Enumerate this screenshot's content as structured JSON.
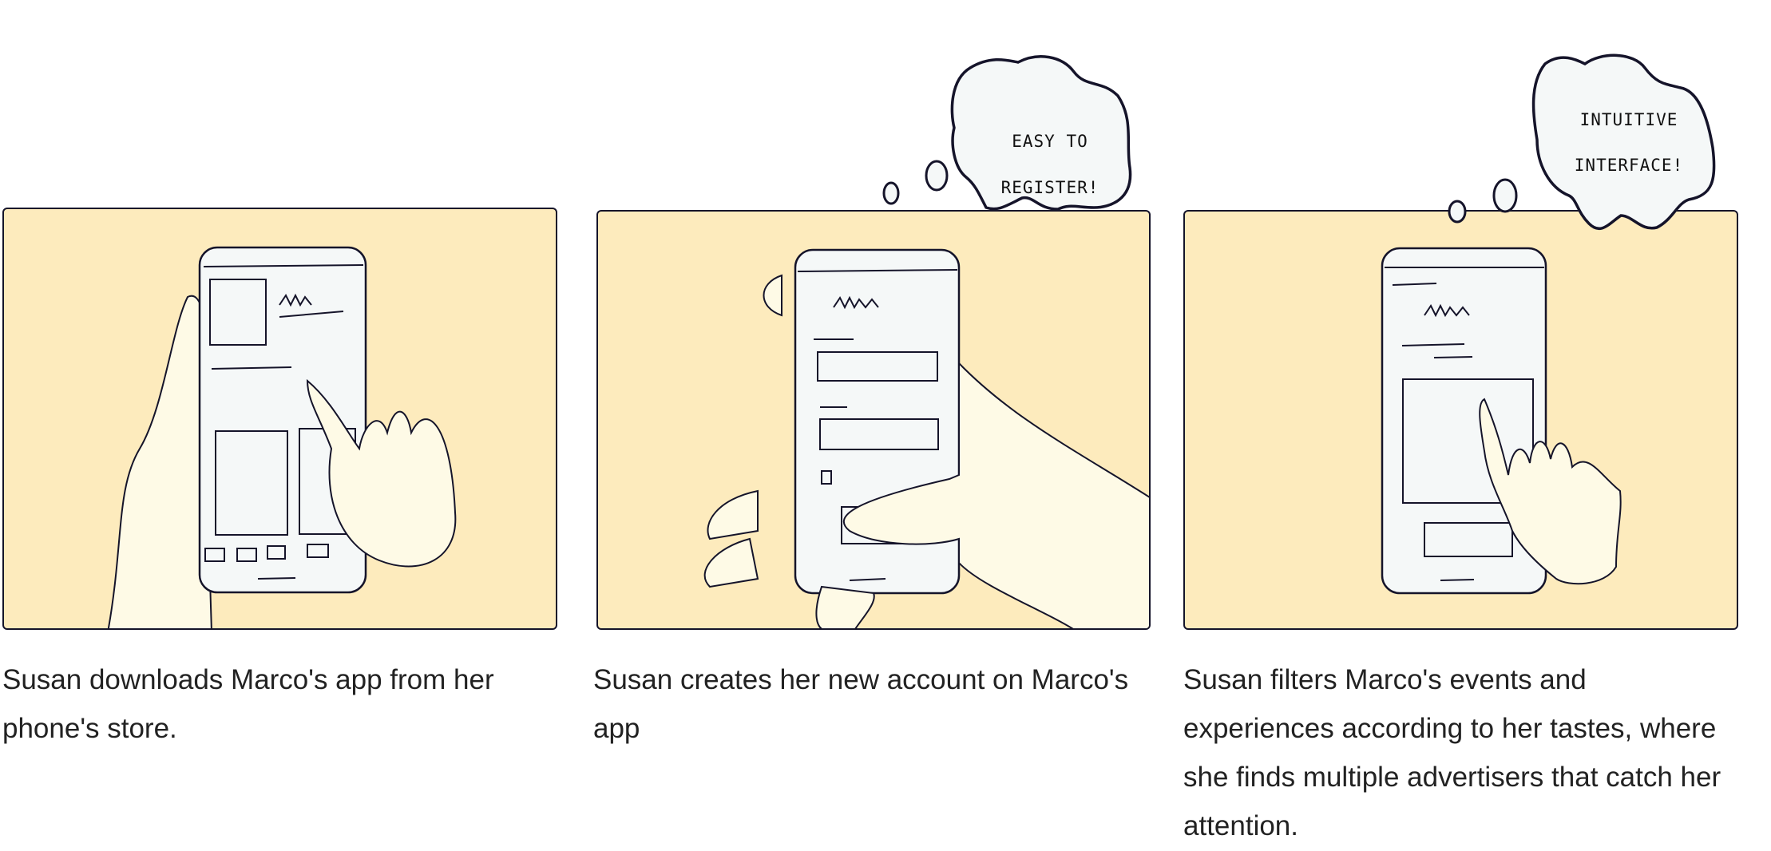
{
  "panels": [
    {
      "caption": "Susan downloads Marco's app from her phone's store."
    },
    {
      "caption": "Susan creates her new account on Marco's app",
      "thought": [
        "EASY TO",
        "REGISTER!"
      ]
    },
    {
      "caption": "Susan filters Marco's events and experiences according to her tastes, where she finds multiple advertisers that catch her attention.",
      "thought": [
        "INTUITIVE",
        "INTERFACE!"
      ]
    }
  ],
  "colors": {
    "panel_bg": "#fdebbd",
    "phone": "#f5f8f8",
    "hand": "#fefae6",
    "stroke": "#15142a"
  }
}
